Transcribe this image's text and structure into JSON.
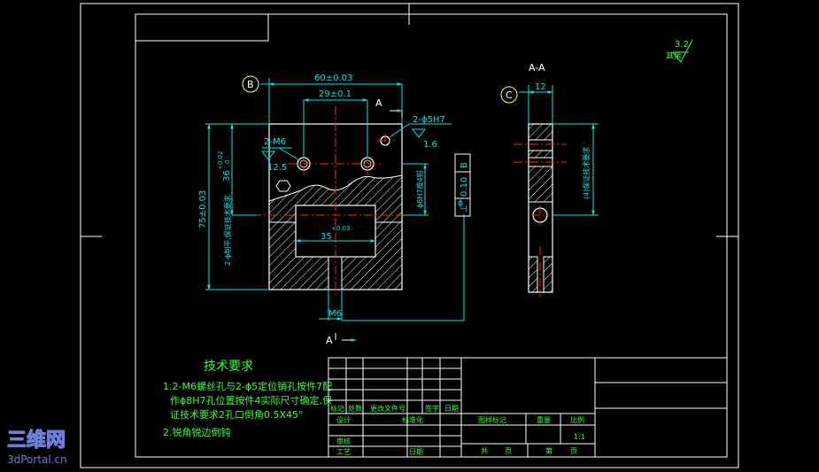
{
  "drawing": {
    "colors": {
      "background": "#000000",
      "frame": "#ffffff",
      "dimension": "#00e6e6",
      "part": "#ffffff",
      "center": "#ff2020",
      "note": "#33ff33",
      "table": "#ffffff",
      "table_text": "#33ff33",
      "watermark": "#6b7fd6"
    },
    "labels": {
      "roughness_note": "其余",
      "roughness_value": "3.2",
      "section_title": "A-A",
      "datum_b": "B",
      "datum_c": "C",
      "cut_a_top": "A",
      "cut_a_bottom": "A"
    },
    "dims": {
      "width_60": "60±0.03",
      "width_29": "29±0.1",
      "hole_2phi5": "2-ϕ5H7",
      "rough_16": "1.6",
      "hole_2m6": "2-M6",
      "rough_125": "12.5",
      "height_75": "75±0.03",
      "height_36": "36",
      "height_36_tol": "+0.02",
      "height_36_tol2": "0",
      "slot_35": "35",
      "slot_35_tol": "+0.03",
      "thread_m6": "M6",
      "bore_h7": "ϕ8H7按4钳",
      "note_vert_left": "2-ϕ削平,保证技术要求",
      "tol_frame_val": "0.10",
      "tol_frame_datum": "B",
      "tol_frame_sym": "⊥",
      "tol_frame_phi": "ϕ",
      "section_width": "12",
      "section_note": "(4)保证技术要求"
    },
    "tech": {
      "title": "技术要求",
      "line1": "1.2-M6螺丝孔与2-ϕ5定位销孔按件7配",
      "line2": "作ϕ8H7孔位置按件4实际尺寸确定,保",
      "line3": "证技术要求2孔口倒角0.5X45°",
      "line4": "2.锐角锐边倒钝"
    },
    "title_block": {
      "biaoji": "标记",
      "chushu": "处数",
      "fenqu": "更改文件号",
      "qianzi": "签字",
      "riqi": "日期",
      "sheji": "设计",
      "biaozhunhua": "标准化",
      "shenhe": "审核",
      "gongyi": "工艺",
      "riqi2": "日期",
      "tuyang": "图样标记",
      "zhongliang": "重量",
      "bili": "比例",
      "scale": "1:1",
      "gong": "共",
      "zhang": "页",
      "di": "第",
      "zhang2": "页"
    },
    "watermark": {
      "logo": "三维网",
      "site": "3dPortal.cn"
    }
  }
}
